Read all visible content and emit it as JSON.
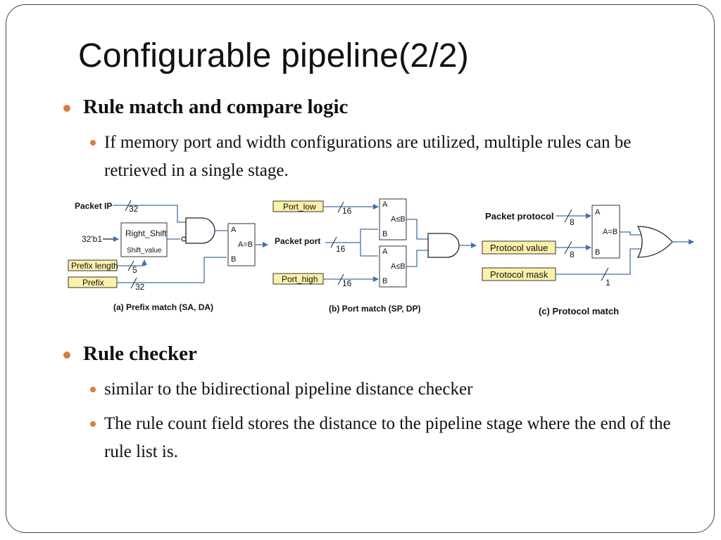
{
  "slide": {
    "title": "Configurable pipeline(2/2)",
    "section1": {
      "heading": "Rule match and compare logic",
      "sub_bullets": [
        "If memory port and width configurations are utilized, multiple rules can be retrieved in a single stage."
      ]
    },
    "section2": {
      "heading": "Rule checker",
      "sub_bullets": [
        "similar to the bidirectional pipeline distance checker",
        "The rule count field stores the distance to the pipeline stage where the end of the rule list is."
      ]
    }
  },
  "diagram": {
    "colors": {
      "wire": "#3f6fb5",
      "label_box_fill": "#fbf2a8",
      "label_box_border": "#333333",
      "gate_border": "#222222"
    },
    "prefix_match": {
      "caption": "(a) Prefix match (SA, DA)",
      "packet_ip": "Packet IP",
      "packet_ip_width": "32",
      "const_input": "32'b1",
      "shifter_name": "Right_Shift",
      "shifter_param": "Shift_value",
      "prefix_length": "Prefix length",
      "prefix_length_width": "5",
      "prefix": "Prefix",
      "prefix_width": "32",
      "comparator_a": "A",
      "comparator_b": "B",
      "comparator_op": "A=B"
    },
    "port_match": {
      "caption": "(b) Port match (SP, DP)",
      "port_low": "Port_low",
      "port_low_width": "16",
      "packet_port": "Packet port",
      "packet_port_width": "16",
      "port_high": "Port_high",
      "port_high_width": "16",
      "comparator_a": "A",
      "comparator_b": "B",
      "comparator_op": "A≤B"
    },
    "protocol_match": {
      "caption": "(c) Protocol match",
      "packet_protocol": "Packet protocol",
      "packet_protocol_width": "8",
      "protocol_value": "Protocol value",
      "protocol_value_width": "8",
      "protocol_mask": "Protocol mask",
      "protocol_mask_width": "1",
      "comparator_a": "A",
      "comparator_b": "B",
      "comparator_op": "A=B"
    }
  }
}
